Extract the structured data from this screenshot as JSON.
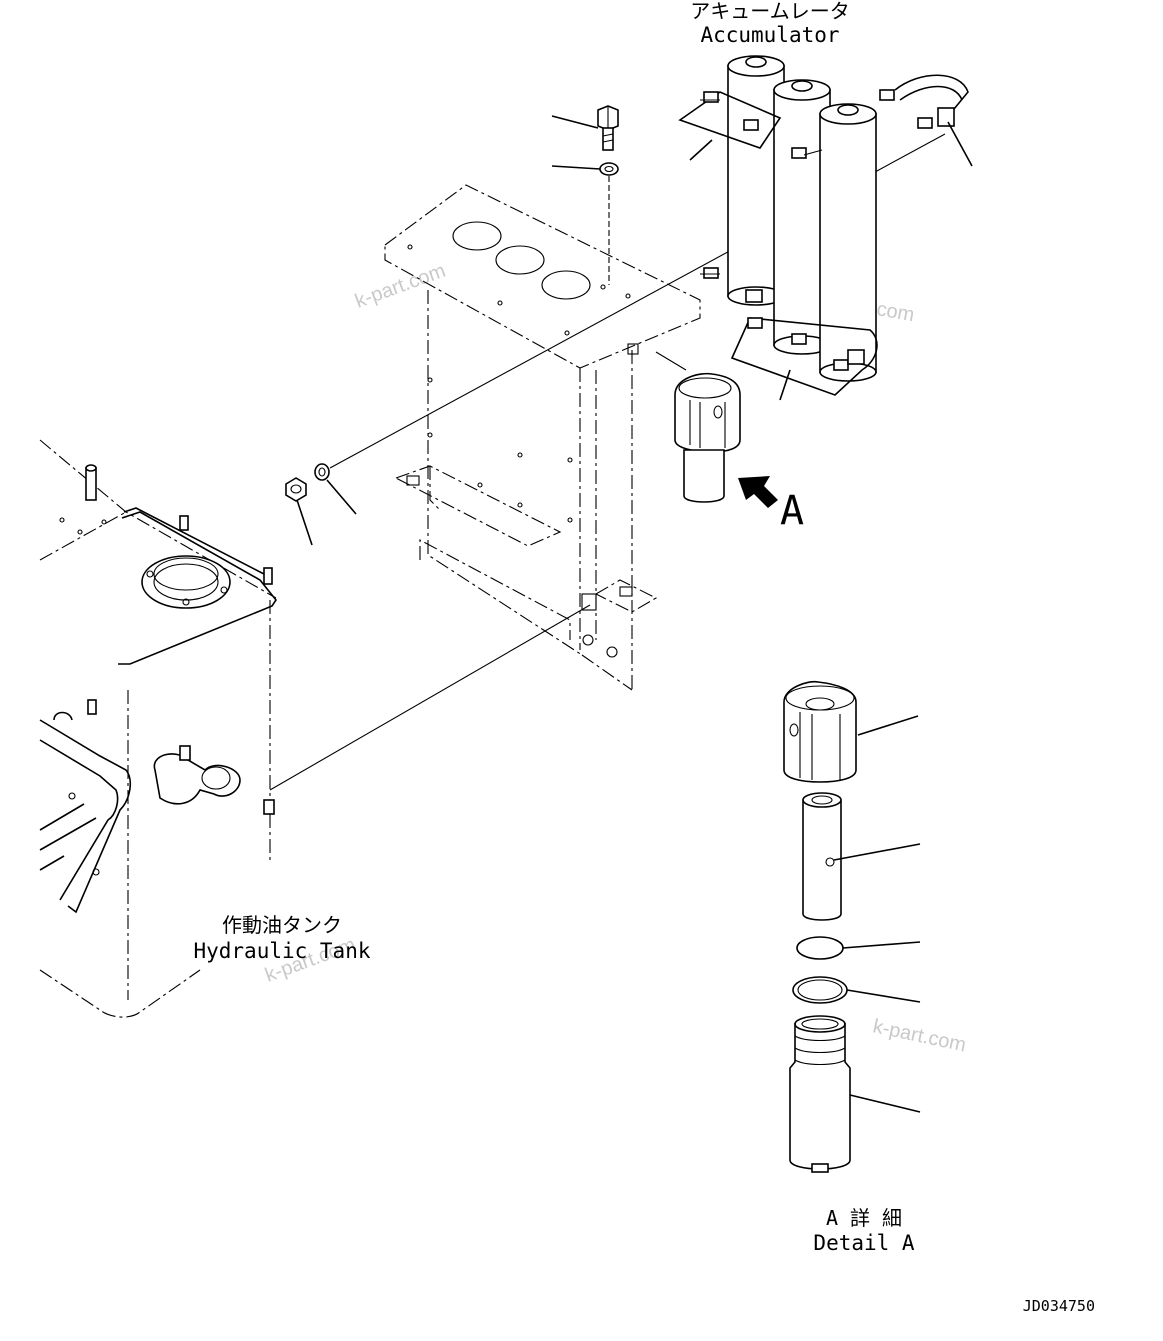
{
  "labels": {
    "accumulator_jp": "アキュームレータ",
    "accumulator_en": "Accumulator",
    "hydraulic_tank_jp": "作動油タンク",
    "hydraulic_tank_en": "Hydraulic Tank",
    "view_arrow": "A",
    "detail_jp": "A 詳 細",
    "detail_en": "Detail A",
    "drawing_number": "JD034750"
  },
  "watermarks": [
    "k-part.com",
    "k-part.com",
    "k-part.com",
    "k-part.com"
  ],
  "parts": [
    {
      "name": "bolt",
      "icon": "hex-bolt-icon"
    },
    {
      "name": "washer",
      "icon": "washer-icon"
    },
    {
      "name": "nut",
      "icon": "hex-nut-icon"
    },
    {
      "name": "accumulator",
      "icon": "cylinder-icon"
    },
    {
      "name": "band",
      "icon": "clamp-band-icon"
    },
    {
      "name": "filter-head",
      "icon": "filter-head-icon"
    },
    {
      "name": "filter-element",
      "icon": "filter-element-icon"
    },
    {
      "name": "o-ring",
      "icon": "o-ring-icon"
    },
    {
      "name": "backup-ring",
      "icon": "backup-ring-icon"
    },
    {
      "name": "filter-case",
      "icon": "filter-case-icon"
    }
  ]
}
